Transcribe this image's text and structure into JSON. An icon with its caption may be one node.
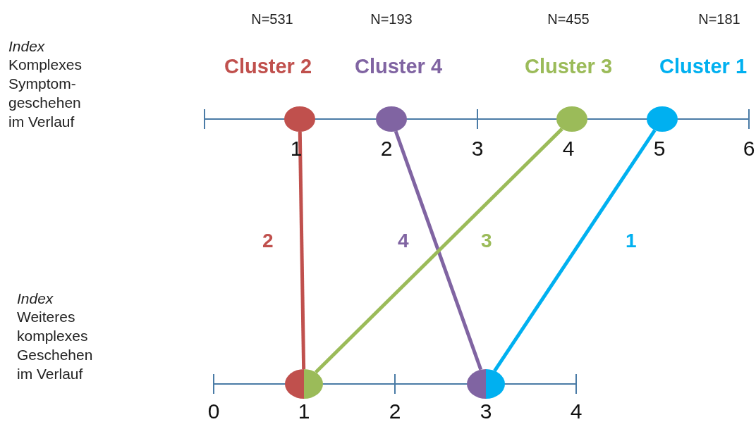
{
  "diagram": {
    "nodes": [
      {
        "text": [],
        "shape": "circle",
        "beside": [
          "N=531",
          "Cluster 2"
        ]
      },
      {
        "text": [],
        "shape": "circle",
        "beside": [
          "N=193",
          "Cluster 4"
        ]
      },
      {
        "text": [],
        "shape": "circle",
        "beside": [
          "N=455",
          "Cluster 3"
        ]
      },
      {
        "text": [],
        "shape": "circle",
        "beside": [
          "N=181",
          "Cluster 1"
        ]
      },
      {
        "text": [],
        "shape": "circle"
      },
      {
        "text": [],
        "shape": "circle"
      },
      {
        "text": [],
        "shape": "circle"
      },
      {
        "text": [],
        "shape": "circle"
      }
    ],
    "edges": [
      {
        "from": 0,
        "to": 4,
        "arrow": "none",
        "label": "2",
        "color": "#c0504d"
      },
      {
        "from": 1,
        "to": 6,
        "arrow": "none",
        "label": "4",
        "color": "#8064a2"
      },
      {
        "from": 2,
        "to": 5,
        "arrow": "none",
        "label": "3",
        "color": "#9bbb59"
      },
      {
        "from": 3,
        "to": 7,
        "arrow": "none",
        "label": "1",
        "color": "#00b0f0"
      }
    ],
    "labels": [
      "Index",
      "Komplexes Symptom- geschehen im Verlauf",
      "1",
      "2",
      "3",
      "4",
      "5",
      "6",
      "Index",
      "Weiteres komplexes Geschehen im Verlauf",
      "0",
      "1",
      "2",
      "3",
      "4"
    ]
  }
}
